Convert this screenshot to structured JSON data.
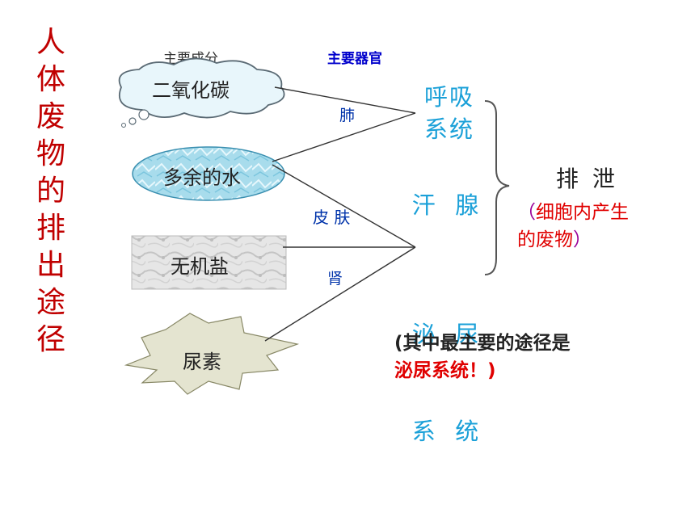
{
  "title": "人体废物的排出途径",
  "title_chars": [
    "人",
    "体",
    "废",
    "物",
    "的",
    "排",
    "出",
    "途",
    "径"
  ],
  "headers": {
    "components": "主要成分",
    "organs": "主要器官"
  },
  "components": {
    "co2": "二氧化碳",
    "water": "多余的水",
    "salt": "无机盐",
    "urea": "尿素"
  },
  "organs": {
    "lung": "肺",
    "skin": "皮 肤",
    "kidney": "肾"
  },
  "systems": {
    "respiratory": [
      "呼吸",
      "系统"
    ],
    "sweat": "汗  腺",
    "urinary": [
      "泌  尿",
      "系  统"
    ]
  },
  "excretion": {
    "label": "排 泄",
    "note_open": "（",
    "note_text": "细胞内产生的废物",
    "note_close": "）"
  },
  "note": {
    "line1": "(其中最主要的途径是",
    "line2": "泌尿系统！)"
  },
  "colors": {
    "title": "#c00000",
    "system": "#1aa0d8",
    "organ": "#0033aa",
    "highlight": "#e00000"
  }
}
